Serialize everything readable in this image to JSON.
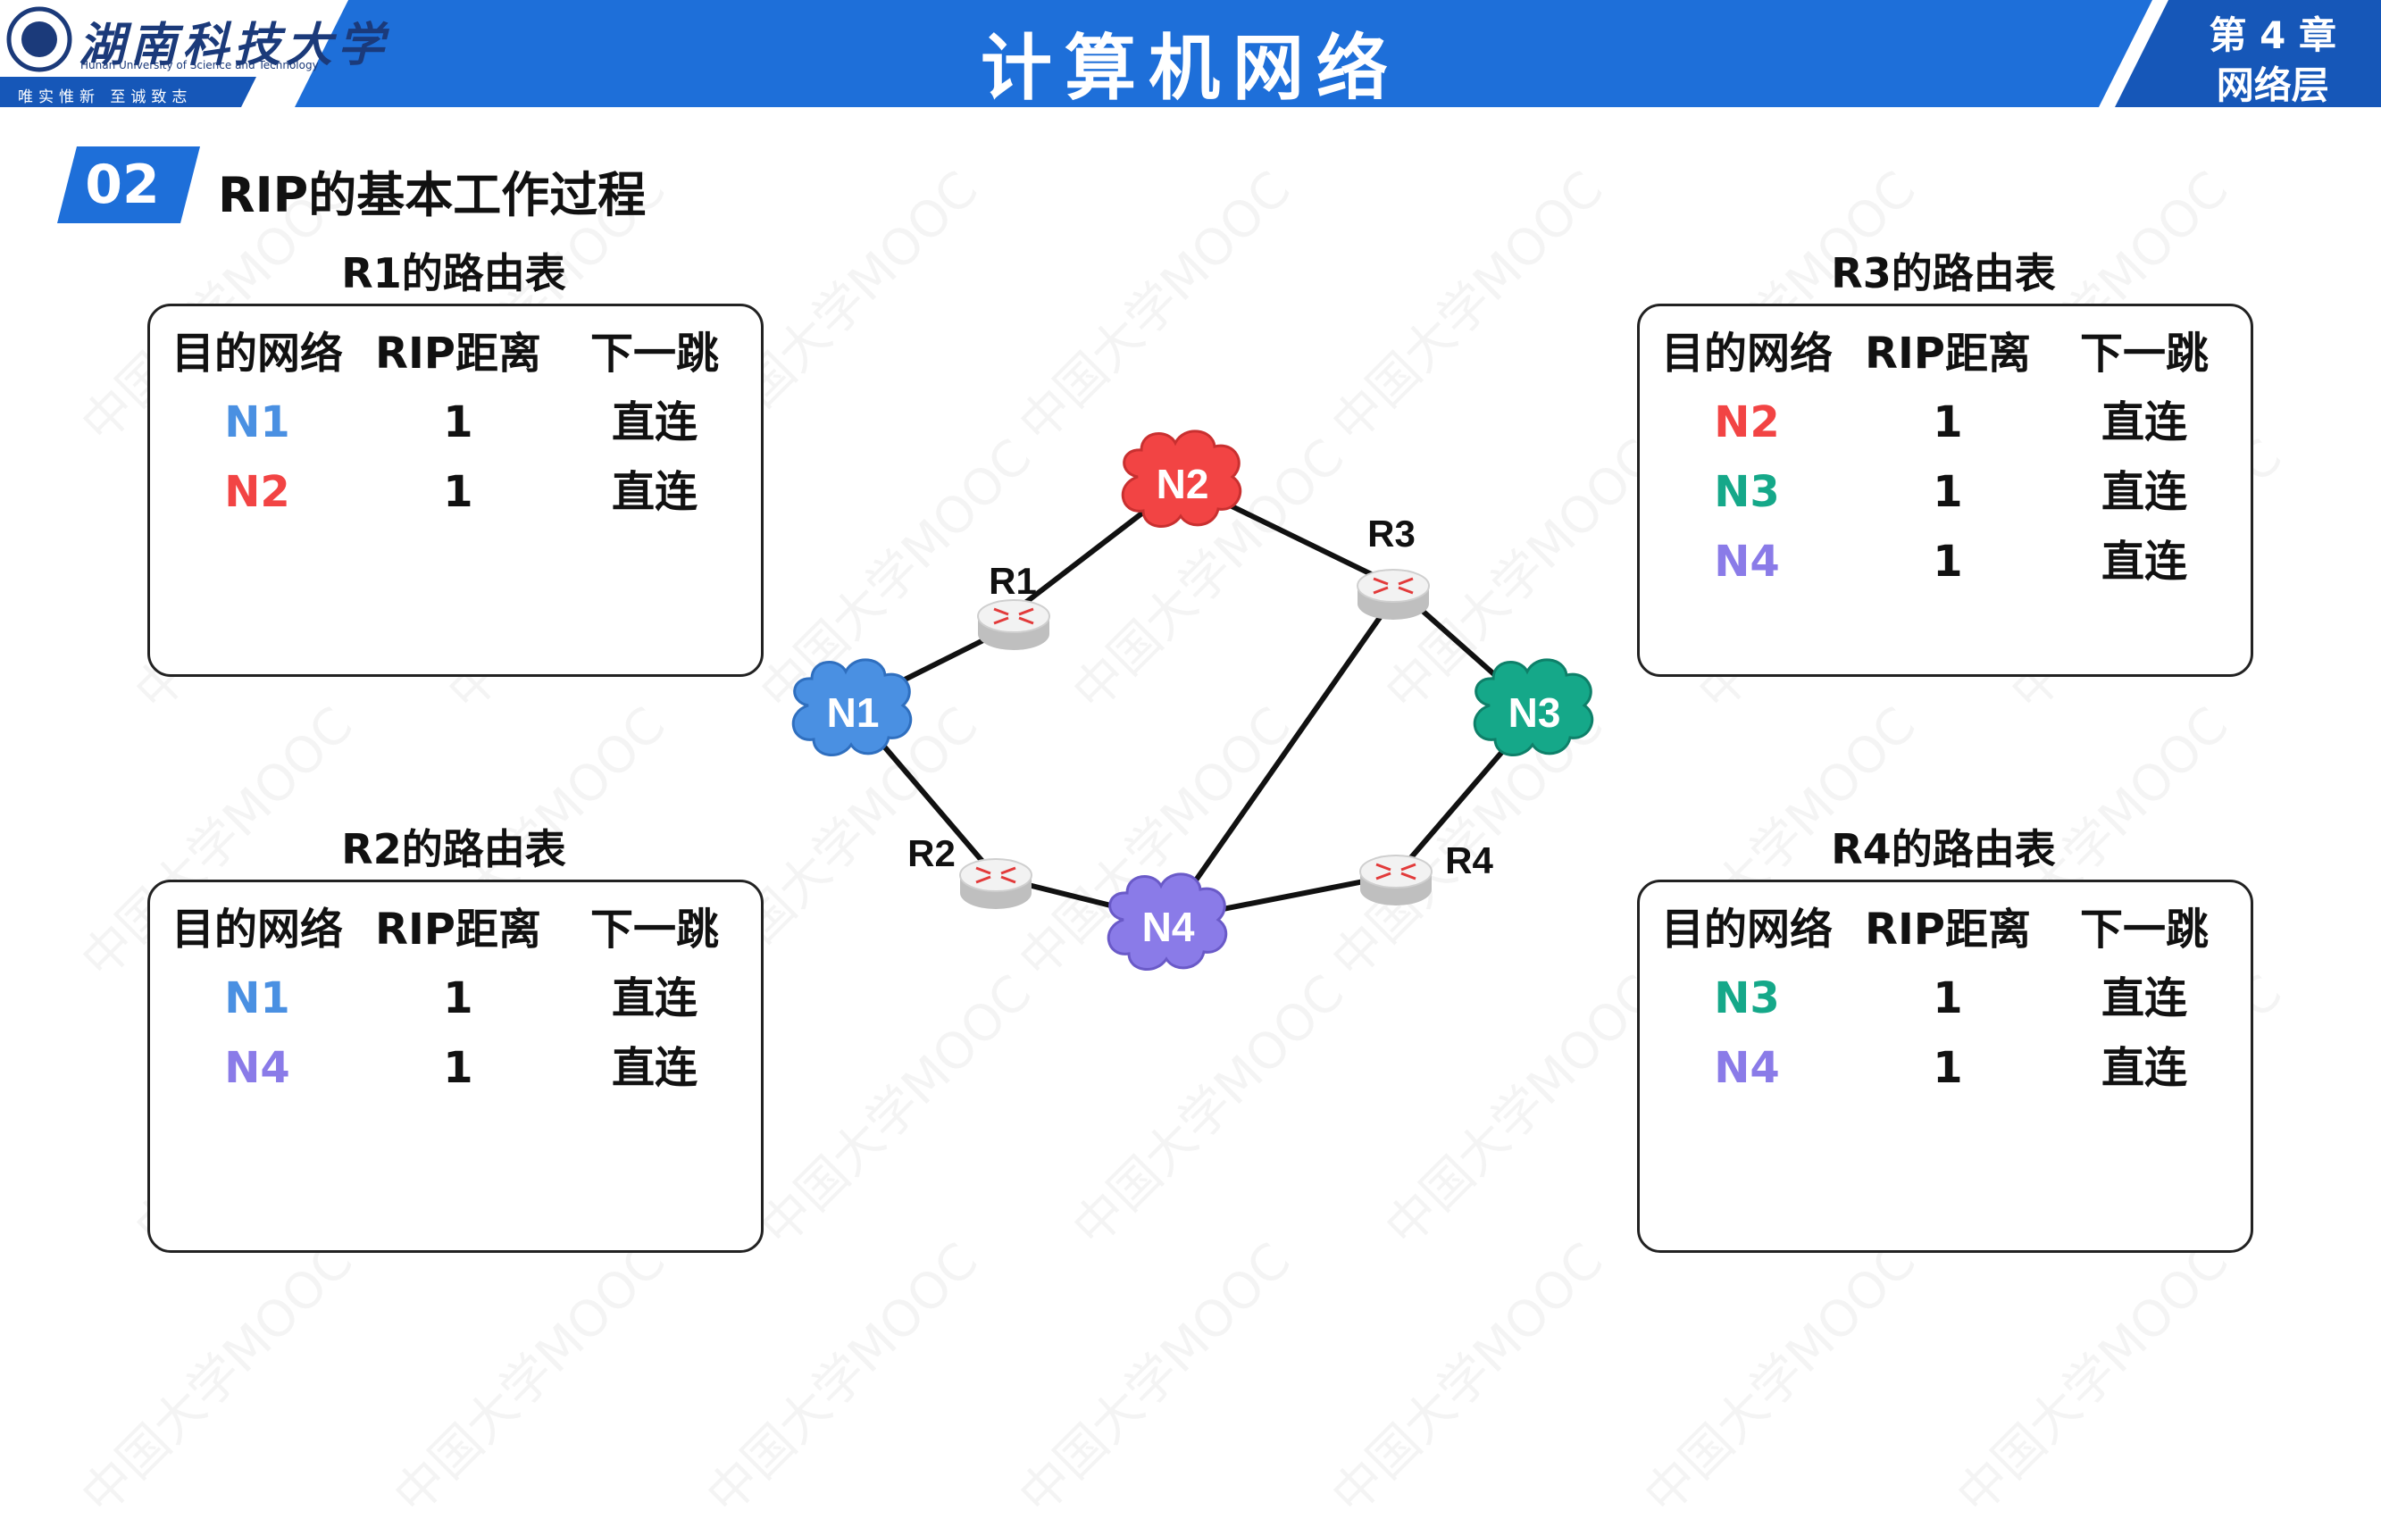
{
  "header": {
    "title": "计算机网络",
    "chapter_line1": "第 4 章",
    "chapter_line2": "网络层",
    "logo_cn": "湖南科技大学",
    "logo_en": "Hunan University of Science and Technology",
    "motto": "唯实惟新   至诚致志",
    "colors": {
      "bar": "#1e6fd9",
      "bar_dark": "#1657b8"
    }
  },
  "section": {
    "number": "02",
    "title": "RIP的基本工作过程"
  },
  "watermark": "中国大学MOOC",
  "columns": [
    "目的网络",
    "RIP距离",
    "下一跳"
  ],
  "tables": {
    "r1": {
      "title": "R1的路由表",
      "rows": [
        {
          "net": "N1",
          "dist": "1",
          "next": "直连",
          "color": "#4a90e2"
        },
        {
          "net": "N2",
          "dist": "1",
          "next": "直连",
          "color": "#f24444"
        }
      ]
    },
    "r2": {
      "title": "R2的路由表",
      "rows": [
        {
          "net": "N1",
          "dist": "1",
          "next": "直连",
          "color": "#4a90e2"
        },
        {
          "net": "N4",
          "dist": "1",
          "next": "直连",
          "color": "#8a7be8"
        }
      ]
    },
    "r3": {
      "title": "R3的路由表",
      "rows": [
        {
          "net": "N2",
          "dist": "1",
          "next": "直连",
          "color": "#f24444"
        },
        {
          "net": "N3",
          "dist": "1",
          "next": "直连",
          "color": "#15a889"
        },
        {
          "net": "N4",
          "dist": "1",
          "next": "直连",
          "color": "#8a7be8"
        }
      ]
    },
    "r4": {
      "title": "R4的路由表",
      "rows": [
        {
          "net": "N3",
          "dist": "1",
          "next": "直连",
          "color": "#15a889"
        },
        {
          "net": "N4",
          "dist": "1",
          "next": "直连",
          "color": "#8a7be8"
        }
      ]
    }
  },
  "network": {
    "networks": [
      {
        "id": "N1",
        "label": "N1",
        "color": "#4a90e2"
      },
      {
        "id": "N2",
        "label": "N2",
        "color": "#f24444"
      },
      {
        "id": "N3",
        "label": "N3",
        "color": "#15a889"
      },
      {
        "id": "N4",
        "label": "N4",
        "color": "#8a7be8"
      }
    ],
    "routers": [
      {
        "id": "R1",
        "label": "R1"
      },
      {
        "id": "R2",
        "label": "R2"
      },
      {
        "id": "R3",
        "label": "R3"
      },
      {
        "id": "R4",
        "label": "R4"
      }
    ]
  }
}
